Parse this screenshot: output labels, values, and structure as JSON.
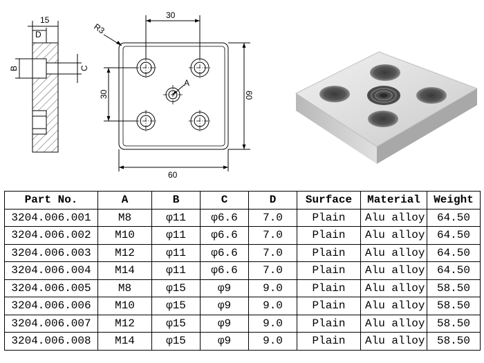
{
  "drawing": {
    "dim_top": "30",
    "dim_bottom": "60",
    "dim_left": "30",
    "dim_right": "60",
    "radius": "R3",
    "center_label": "A",
    "side_width": "15",
    "side_d": "D",
    "side_b": "B",
    "side_c": "C"
  },
  "table": {
    "headers": [
      "Part No.",
      "A",
      "B",
      "C",
      "D",
      "Surface",
      "Material",
      "Weight"
    ],
    "rows": [
      [
        "3204.006.001",
        "M8",
        "φ11",
        "φ6.6",
        "7.0",
        "Plain",
        "Alu alloy",
        "64.50"
      ],
      [
        "3204.006.002",
        "M10",
        "φ11",
        "φ6.6",
        "7.0",
        "Plain",
        "Alu alloy",
        "64.50"
      ],
      [
        "3204.006.003",
        "M12",
        "φ11",
        "φ6.6",
        "7.0",
        "Plain",
        "Alu alloy",
        "64.50"
      ],
      [
        "3204.006.004",
        "M14",
        "φ11",
        "φ6.6",
        "7.0",
        "Plain",
        "Alu alloy",
        "64.50"
      ],
      [
        "3204.006.005",
        "M8",
        "φ15",
        "φ9",
        "9.0",
        "Plain",
        "Alu alloy",
        "58.50"
      ],
      [
        "3204.006.006",
        "M10",
        "φ15",
        "φ9",
        "9.0",
        "Plain",
        "Alu alloy",
        "58.50"
      ],
      [
        "3204.006.007",
        "M12",
        "φ15",
        "φ9",
        "9.0",
        "Plain",
        "Alu alloy",
        "58.50"
      ],
      [
        "3204.006.008",
        "M14",
        "φ15",
        "φ9",
        "9.0",
        "Plain",
        "Alu alloy",
        "58.50"
      ]
    ]
  }
}
